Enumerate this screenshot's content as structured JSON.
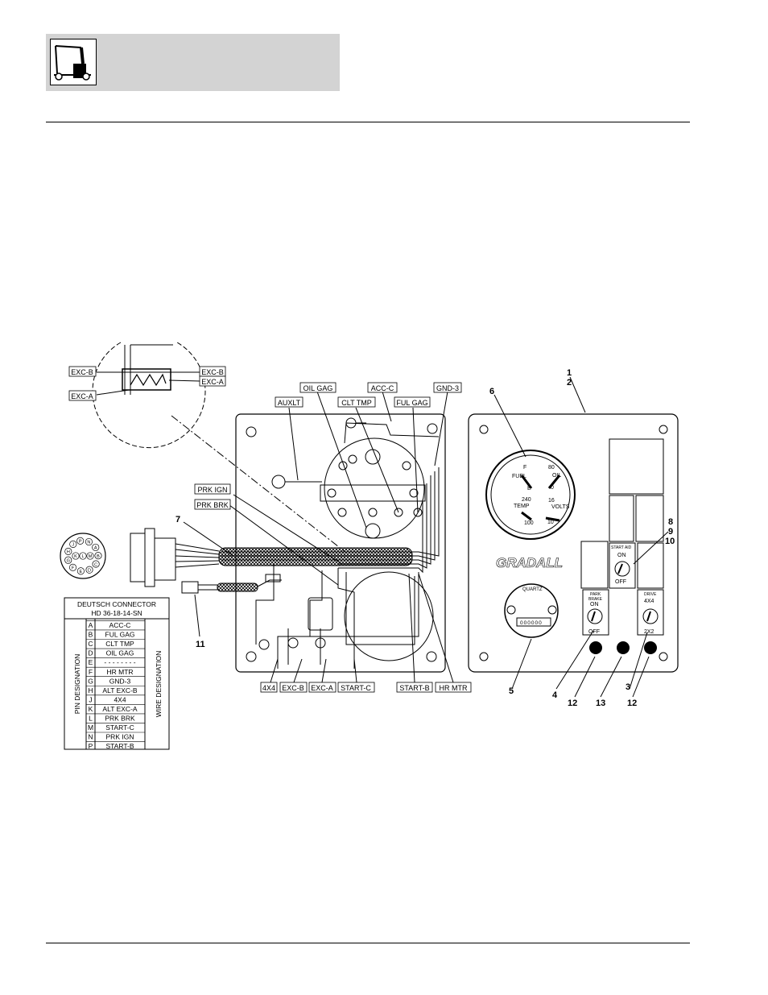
{
  "header": {
    "icon": "boom-lift-icon"
  },
  "wire_labels": {
    "exc_b_left": "EXC-B",
    "exc_a_left": "EXC-A",
    "exc_b_right": "EXC-B",
    "exc_a_right": "EXC-A",
    "auxlt": "AUXLT",
    "oil_gag": "OIL GAG",
    "clt_tmp": "CLT TMP",
    "acc_c": "ACC-C",
    "ful_gag": "FUL GAG",
    "gnd_3": "GND-3",
    "prk_ign": "PRK IGN",
    "prk_brk": "PRK BRK",
    "x4x4": "4X4",
    "exc_b_bottom": "EXC-B",
    "exc_a_bottom": "EXC-A",
    "start_c": "START-C",
    "start_b": "START-B",
    "hr_mtr": "HR MTR"
  },
  "callouts": {
    "c1": "1",
    "c2": "2",
    "c3": "3",
    "c4": "4",
    "c5": "5",
    "c6": "6",
    "c7": "7",
    "c8": "8",
    "c9": "9",
    "c10": "10",
    "c11": "11",
    "c12a": "12",
    "c12b": "12",
    "c13": "13"
  },
  "panel": {
    "brand": "GRADALL",
    "gauge_fuel": "FUEL",
    "gauge_f": "F",
    "gauge_e": "E",
    "gauge_80": "80",
    "gauge_oil": "OIL",
    "gauge_0": "0",
    "gauge_240": "240",
    "gauge_temp": "TEMP",
    "gauge_100": "100",
    "gauge_16": "16",
    "gauge_volts": "VOLTS",
    "gauge_10": "10",
    "quartz": "QUARTZ",
    "hour_digits": "000000",
    "start_aid": "START AID",
    "start_aid_on": "ON",
    "start_aid_off": "OFF",
    "park_brake_1": "PARK",
    "park_brake_2": "BRAKE",
    "park_on": "ON",
    "park_off": "OFF",
    "drive": "DRIVE",
    "drive_4x4": "4X4",
    "drive_2x2": "2X2"
  },
  "connector_pins": [
    "P",
    "N",
    "A",
    "B",
    "C",
    "D",
    "E",
    "F",
    "G",
    "H",
    "J",
    "K",
    "L",
    "M"
  ],
  "deutsch_table": {
    "title_line1": "DEUTSCH CONNECTOR",
    "title_line2": "HD 36-18-14-SN",
    "pin_header": "PIN DESIGNATION",
    "wire_header": "WIRE DESIGNATION",
    "rows": [
      {
        "pin": "A",
        "wire": "ACC-C"
      },
      {
        "pin": "B",
        "wire": "FUL GAG"
      },
      {
        "pin": "C",
        "wire": "CLT TMP"
      },
      {
        "pin": "D",
        "wire": "OIL GAG"
      },
      {
        "pin": "E",
        "wire": "- - - - - - - -"
      },
      {
        "pin": "F",
        "wire": "HR MTR"
      },
      {
        "pin": "G",
        "wire": "GND-3"
      },
      {
        "pin": "H",
        "wire": "ALT EXC-B"
      },
      {
        "pin": "J",
        "wire": "4X4"
      },
      {
        "pin": "K",
        "wire": "ALT EXC-A"
      },
      {
        "pin": "L",
        "wire": "PRK BRK"
      },
      {
        "pin": "M",
        "wire": "START-C"
      },
      {
        "pin": "N",
        "wire": "PRK IGN"
      },
      {
        "pin": "P",
        "wire": "START-B"
      }
    ]
  }
}
